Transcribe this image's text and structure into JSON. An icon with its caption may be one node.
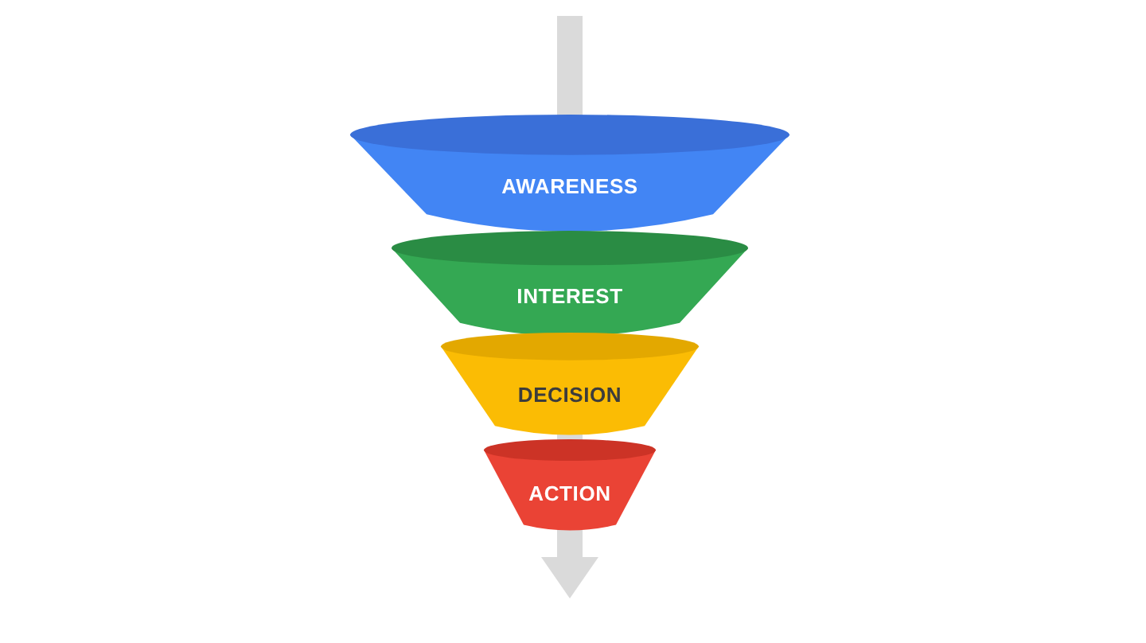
{
  "diagram": {
    "nodes": [
      {
        "text": [
          "AWARENESS"
        ]
      },
      {
        "text": [
          "INTEREST"
        ]
      },
      {
        "text": [
          "DECISION"
        ]
      },
      {
        "text": [
          "ACTION"
        ]
      }
    ]
  }
}
